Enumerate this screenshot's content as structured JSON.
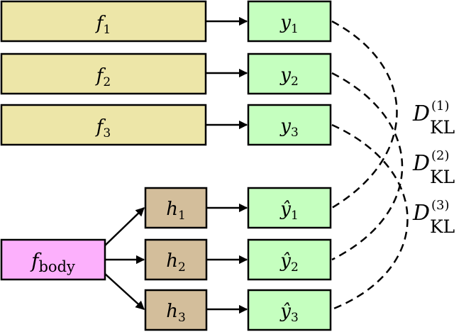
{
  "colors": {
    "teacher_fill": "#ede6a8",
    "output_fill": "#c5ffbf",
    "head_fill": "#d3be9b",
    "body_fill": "#fcb0fc"
  },
  "teachers": [
    {
      "base": "f",
      "sub": "1"
    },
    {
      "base": "f",
      "sub": "2"
    },
    {
      "base": "f",
      "sub": "3"
    }
  ],
  "teacher_outputs": [
    {
      "base": "y",
      "sub": "1"
    },
    {
      "base": "y",
      "sub": "2"
    },
    {
      "base": "y",
      "sub": "3"
    }
  ],
  "body": {
    "base": "f",
    "sub": "body"
  },
  "heads": [
    {
      "base": "h",
      "sub": "1"
    },
    {
      "base": "h",
      "sub": "2"
    },
    {
      "base": "h",
      "sub": "3"
    }
  ],
  "student_outputs": [
    {
      "base": "ŷ",
      "sub": "1"
    },
    {
      "base": "ŷ",
      "sub": "2"
    },
    {
      "base": "ŷ",
      "sub": "3"
    }
  ],
  "losses": [
    {
      "base": "D",
      "sup": "(1)",
      "sub": "KL"
    },
    {
      "base": "D",
      "sup": "(2)",
      "sub": "KL"
    },
    {
      "base": "D",
      "sup": "(3)",
      "sub": "KL"
    }
  ]
}
